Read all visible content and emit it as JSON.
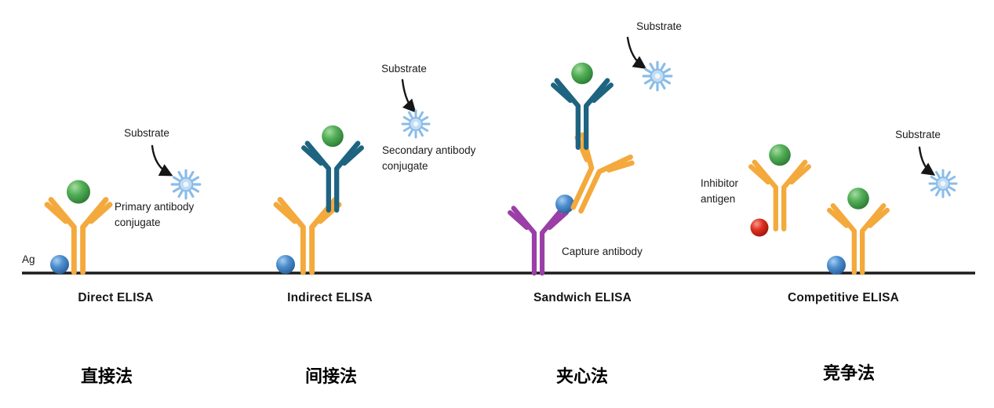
{
  "diagram": {
    "colors": {
      "antibody_orange": "#F4A93C",
      "antibody_teal": "#1E6480",
      "antibody_purple": "#9A3FA6",
      "enzyme_green": "#44A84B",
      "antigen_blue": "#3E7FC1",
      "inhibitor_red": "#DE2A1B",
      "substrate_star_blue": "#8ABCE8",
      "baseline_black": "#1c1c1c"
    },
    "panels": [
      {
        "key": "direct",
        "title": "Direct ELISA",
        "title_zh": "直接法",
        "substrate_label": "Substrate",
        "antigen_label": "Ag",
        "annotation": {
          "line1": "Primary antibody",
          "line2": "conjugate"
        }
      },
      {
        "key": "indirect",
        "title": "Indirect ELISA",
        "title_zh": "间接法",
        "substrate_label": "Substrate",
        "annotation": {
          "line1": "Secondary antibody",
          "line2": "conjugate"
        }
      },
      {
        "key": "sandwich",
        "title": "Sandwich ELISA",
        "title_zh": "夹心法",
        "substrate_label": "Substrate",
        "annotation": {
          "line1": "Capture antibody"
        }
      },
      {
        "key": "competitive",
        "title": "Competitive ELISA",
        "title_zh": "竞争法",
        "substrate_label": "Substrate",
        "annotation": {
          "line1": "Inhibitor",
          "line2": "antigen"
        }
      }
    ]
  }
}
